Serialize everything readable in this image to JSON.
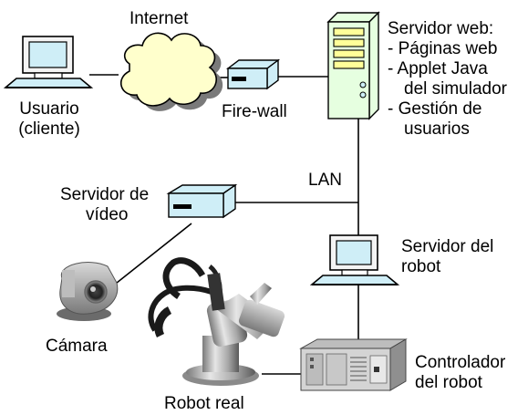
{
  "labels": {
    "internet": "Internet",
    "web_server": {
      "title": "Servidor web:",
      "items": [
        "- Páginas web",
        "- Applet Java",
        "del  simulador",
        "- Gestión de",
        "usuarios"
      ]
    },
    "user": [
      "Usuario",
      "(cliente)"
    ],
    "firewall": "Fire-wall",
    "lan": "LAN",
    "video_server": [
      "Servidor de",
      "vídeo"
    ],
    "robot_server": [
      "Servidor del",
      "robot"
    ],
    "camera": "Cámara",
    "controller": [
      "Controlador",
      "del robot"
    ],
    "real_robot": "Robot real"
  },
  "icons": [
    "user-computer-icon",
    "internet-cloud-icon",
    "firewall-icon",
    "web-server-icon",
    "video-server-icon",
    "robot-server-computer-icon",
    "camera-icon",
    "robot-arm-icon",
    "robot-controller-icon"
  ],
  "colors": {
    "device_fill": "#cfeef7",
    "cloud_fill": "#ffffcc",
    "server_fill": "#e6ffe0",
    "server_slots": "#ffff99",
    "line": "#000000"
  }
}
